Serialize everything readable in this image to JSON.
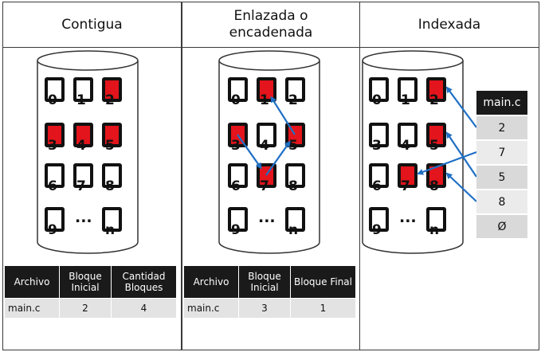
{
  "panels": [
    {
      "title": "Contigua",
      "used_blocks": [
        2,
        3,
        4,
        5
      ],
      "table": {
        "headers": [
          "Archivo",
          "Bloque Inicial",
          "Cantidad Bloques"
        ],
        "row": [
          "main.c",
          "2",
          "4"
        ]
      }
    },
    {
      "title": "Enlazada o encadenada",
      "used_blocks": [
        1,
        3,
        5,
        7
      ],
      "links": [
        [
          3,
          7
        ],
        [
          7,
          5
        ],
        [
          5,
          1
        ]
      ],
      "table": {
        "headers": [
          "Archivo",
          "Bloque Inicial",
          "Bloque Final"
        ],
        "row": [
          "main.c",
          "3",
          "1"
        ]
      }
    },
    {
      "title": "Indexada",
      "used_blocks": [
        2,
        5,
        7,
        8
      ],
      "index_table": {
        "header": "main.c",
        "entries": [
          "2",
          "7",
          "5",
          "8",
          "Ø"
        ]
      }
    }
  ],
  "block_labels": [
    "0",
    "1",
    "2",
    "3",
    "4",
    "5",
    "6",
    "7",
    "8",
    "9",
    "...",
    "n"
  ],
  "colors": {
    "used": "#e3141b",
    "arrow": "#1f6fc4",
    "header": "#1a1a1a"
  }
}
